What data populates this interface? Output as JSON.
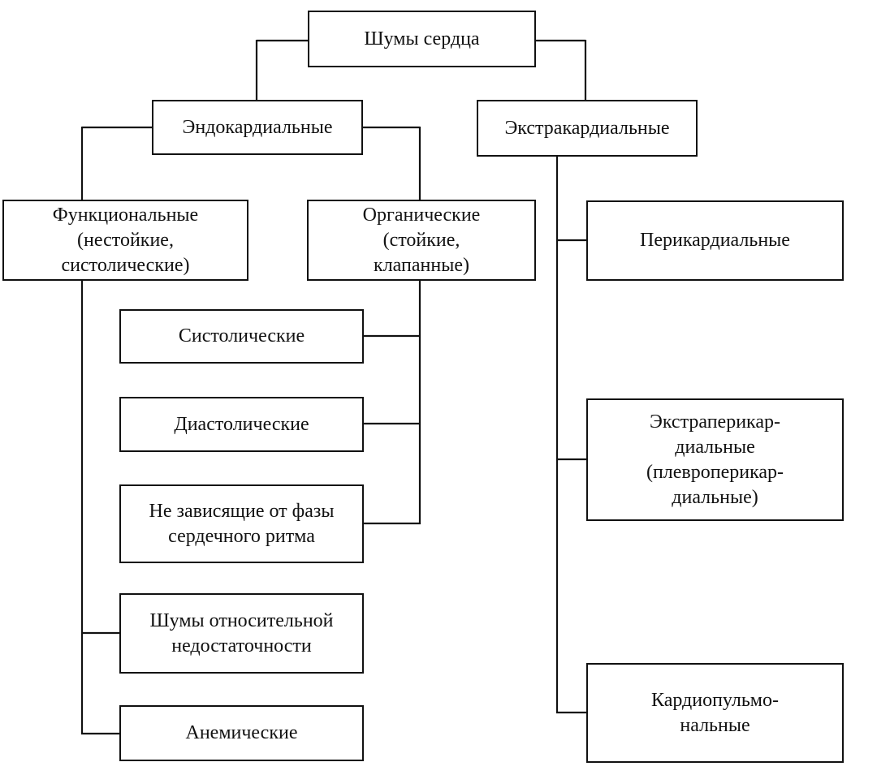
{
  "root": {
    "label": "Шумы сердца"
  },
  "endocardial": {
    "label": "Эндокардиальные",
    "functional": {
      "lines": [
        "Функциональные",
        "(нестойкие,",
        "систолические)"
      ]
    },
    "organic": {
      "lines": [
        "Органические",
        "(стойкие,",
        "клапанные)"
      ]
    },
    "organic_children": [
      {
        "lines": [
          "Систолические"
        ]
      },
      {
        "lines": [
          "Диастолические"
        ]
      },
      {
        "lines": [
          "Не зависящие от фазы",
          "сердечного ритма"
        ]
      }
    ],
    "functional_children": [
      {
        "lines": [
          "Шумы относительной",
          "недостаточности"
        ]
      },
      {
        "lines": [
          "Анемические"
        ]
      }
    ]
  },
  "extracardial": {
    "label": "Экстракардиальные",
    "children": [
      {
        "lines": [
          "Перикардиальные"
        ]
      },
      {
        "lines": [
          "Экстраперикар-",
          "диальные",
          "(плевроперикар-",
          "диальные)"
        ]
      },
      {
        "lines": [
          "Кардиопульмо-",
          "нальные"
        ]
      }
    ]
  }
}
